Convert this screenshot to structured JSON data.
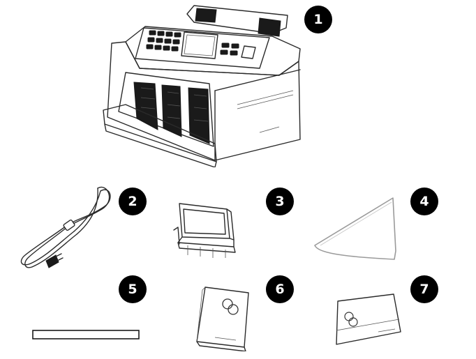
{
  "badges": {
    "b1": "1",
    "b2": "2",
    "b3": "3",
    "b4": "4",
    "b5": "5",
    "b6": "6",
    "b7": "7"
  },
  "icons": {
    "item1": "banknote-counter-machine-icon",
    "item2": "power-cord-icon",
    "item3": "external-display-icon",
    "item4": "cleaning-cloth-icon",
    "item5": "cleaning-brush-strip-icon",
    "item6": "user-manual-booklet-icon",
    "item7": "warranty-card-icon"
  }
}
